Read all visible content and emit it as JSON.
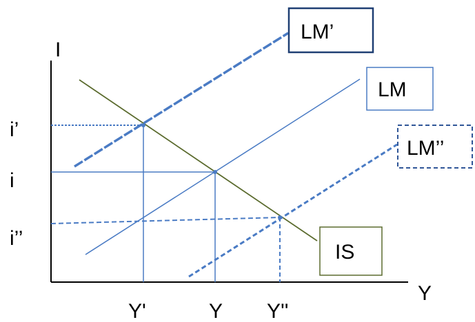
{
  "diagram": {
    "axes": {
      "y_label": "I",
      "x_label": "Y"
    },
    "y_ticks": [
      "i’",
      "i",
      "i’’"
    ],
    "x_ticks": [
      "Y'",
      "Y",
      "Y''"
    ],
    "curves": {
      "is": {
        "label": "IS",
        "color": "#5b6b2e"
      },
      "lm": {
        "label": "LM",
        "color": "#4a7bc4"
      },
      "lm_prime": {
        "label": "LM’",
        "color": "#4a7bc4"
      },
      "lm_dprime": {
        "label": "LM’’",
        "color": "#4a7bc4"
      }
    },
    "colors": {
      "box_border_lm": "#2f5597",
      "box_border_is": "#5b6b2e",
      "axis": "#000000"
    }
  }
}
